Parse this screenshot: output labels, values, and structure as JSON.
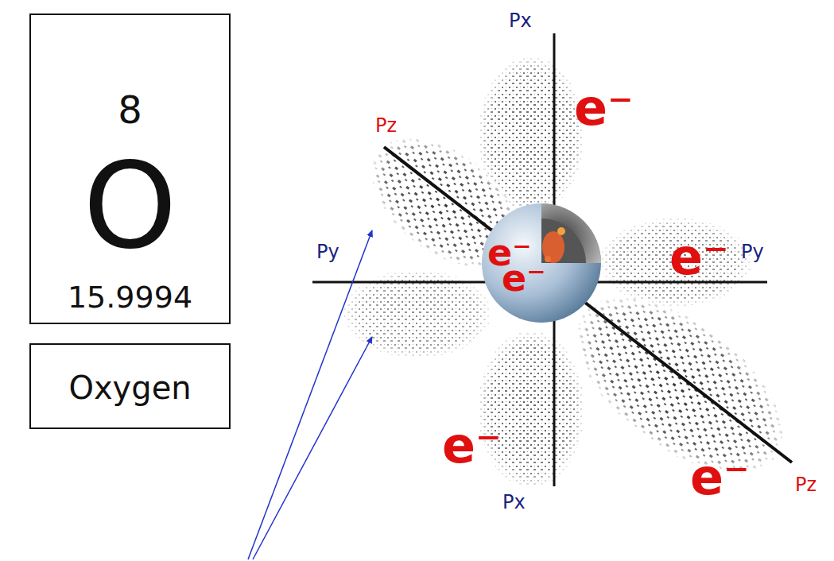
{
  "diagram": {
    "nodes": [
      {
        "text": [
          "8",
          "O",
          "15.9994"
        ]
      },
      {
        "text": [
          "Oxygen"
        ]
      },
      {
        "text": [
          "e⁻",
          "e⁻"
        ]
      }
    ],
    "labels": [
      "Px",
      "e⁻",
      "Pz",
      "Py",
      "e⁻",
      "Py",
      "e⁻",
      "Px",
      "e⁻",
      "Pz"
    ]
  }
}
